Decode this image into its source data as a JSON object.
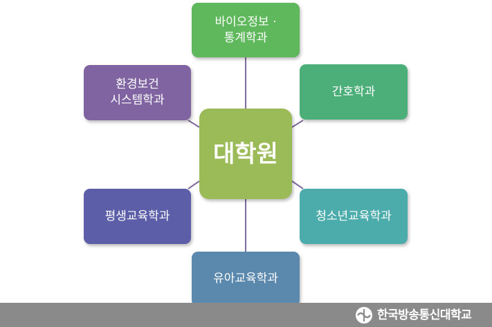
{
  "diagram": {
    "center": {
      "label": "대학원",
      "color": "#9bbb59"
    },
    "nodes": [
      {
        "id": "top",
        "label": "바이오정보 ·\n통계학과",
        "color": "#5fb85c"
      },
      {
        "id": "top-right",
        "label": "간호학과",
        "color": "#4caf7a"
      },
      {
        "id": "top-left",
        "label": "환경보건\n시스템학과",
        "color": "#8064a2"
      },
      {
        "id": "bottom-right",
        "label": "청소년교육학과",
        "color": "#4bacab"
      },
      {
        "id": "bottom-left",
        "label": "평생교육학과",
        "color": "#5c5fa8"
      },
      {
        "id": "bottom",
        "label": "유아교육학과",
        "color": "#5b88ad"
      }
    ],
    "connector_color": "#7f6a9e"
  },
  "footer": {
    "logo_text": "한국방송통신대학교",
    "background": "#8a8a8a"
  }
}
